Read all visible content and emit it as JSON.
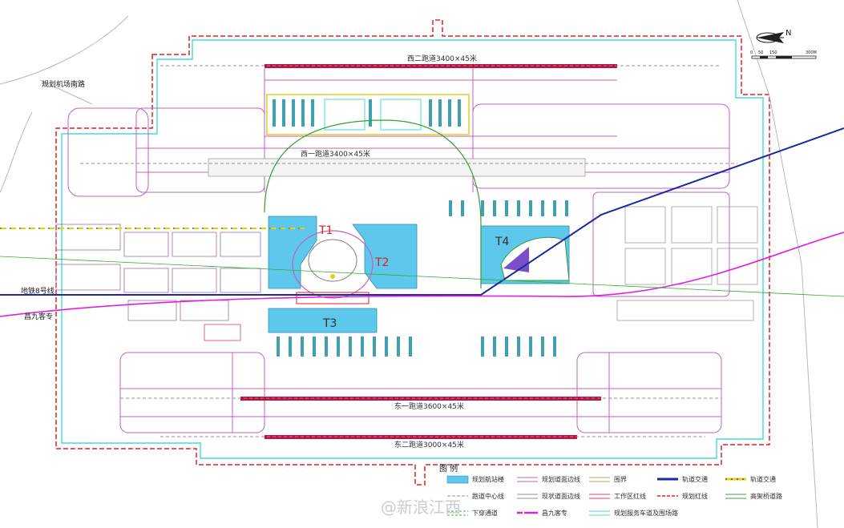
{
  "map": {
    "runways": {
      "west2": "西二跑道3400×45米",
      "west1": "西一跑道3400×45米",
      "east1": "东一跑道3600×45米",
      "east2": "东二跑道3000×45米"
    },
    "terminals": {
      "t1": "T1",
      "t2": "T2",
      "t3": "T3",
      "t4": "T4"
    },
    "roads": {
      "south_road": "规划机场南路",
      "metro8": "地铁8号线",
      "changjiu": "昌九客专"
    },
    "compass_north": "N",
    "scale_labels": [
      "0",
      "50",
      "150",
      "300M"
    ]
  },
  "legend": {
    "title": "图  例",
    "items": [
      {
        "label": "规划航站楼",
        "color": "#5ec8ec",
        "swatch": "fill"
      },
      {
        "label": "规划道面边线",
        "color": "#c060c0",
        "swatch": "double"
      },
      {
        "label": "围界",
        "color": "#c8a050",
        "swatch": "double"
      },
      {
        "label": "轨道交通",
        "color": "#1a2aa0",
        "swatch": "rail-blue"
      },
      {
        "label": "轨道交通",
        "color": "#e0d020",
        "swatch": "rail-yellow"
      },
      {
        "label": "跑道中心线",
        "color": "#909090",
        "swatch": "dashed"
      },
      {
        "label": "现状道面边线",
        "color": "#909090",
        "swatch": "double"
      },
      {
        "label": "工作区红线",
        "color": "#e04060",
        "swatch": "double"
      },
      {
        "label": "规划红线",
        "color": "#e02020",
        "swatch": "dashed-red"
      },
      {
        "label": "高架桥道路",
        "color": "#40a040",
        "swatch": "double"
      },
      {
        "label": "下穿通道",
        "color": "#40b040",
        "swatch": "dashed-green"
      },
      {
        "label": "昌九客专",
        "color": "#e020e0",
        "swatch": "magenta"
      },
      {
        "label": "规划服务车道及围场路",
        "color": "#40d8e0",
        "swatch": "double"
      }
    ]
  },
  "watermark": "@新浪江西",
  "colors": {
    "terminal": "#5ec8ec",
    "apron_line": "#c060c0",
    "runway": "#c01040",
    "boundary": "#e02020",
    "service_road": "#40d8e0",
    "metro": "#1a2aa0",
    "rail_magenta": "#e020e0",
    "green": "#30a030"
  }
}
